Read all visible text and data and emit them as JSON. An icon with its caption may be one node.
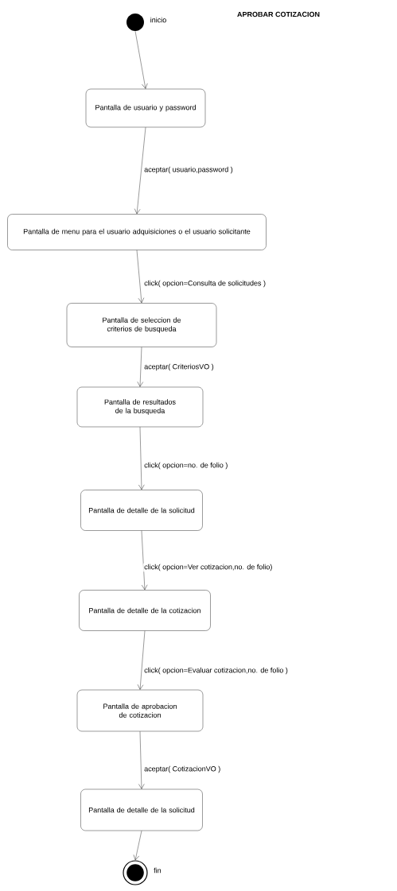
{
  "diagram": {
    "title": "APROBAR COTIZACION",
    "nodes": [
      {
        "text": [],
        "shape": "circle",
        "beside": [
          "inicio"
        ]
      },
      {
        "text": [
          "Pantalla de usuario y password"
        ]
      },
      {
        "text": [
          "Pantalla de menu para el usuario adquisiciones o el usuario solicitante"
        ]
      },
      {
        "text": [
          "Pantalla de seleccion de criterios de busqueda"
        ]
      },
      {
        "text": [
          "Pantalla de resultados de la busqueda"
        ]
      },
      {
        "text": [
          "Pantalla de detalle de la solicitud"
        ]
      },
      {
        "text": [
          "Pantalla de detalle de la cotizacion"
        ]
      },
      {
        "text": [
          "Pantalla de aprobacion de cotizacion"
        ]
      },
      {
        "text": [
          "Pantalla de detalle de la solicitud"
        ]
      },
      {
        "text": [],
        "shape": "circle",
        "beside": [
          "fin"
        ]
      }
    ],
    "edges": [
      {
        "from": 0,
        "to": 1,
        "arrow": "to"
      },
      {
        "from": 1,
        "to": 2,
        "arrow": "to",
        "label": "aceptar( usuario,password )"
      },
      {
        "from": 2,
        "to": 3,
        "arrow": "to",
        "label": "click( opcion=Consulta de solicitudes )"
      },
      {
        "from": 3,
        "to": 4,
        "arrow": "to",
        "label": "aceptar( CriteriosVO )"
      },
      {
        "from": 4,
        "to": 5,
        "arrow": "to",
        "label": "click( opcion=no. de folio )"
      },
      {
        "from": 5,
        "to": 6,
        "arrow": "to",
        "label": "click( opcion=Ver cotizacion,no. de folio)"
      },
      {
        "from": 6,
        "to": 7,
        "arrow": "to",
        "label": "click( opcion=Evaluar cotizacion,no. de folio )"
      },
      {
        "from": 7,
        "to": 8,
        "arrow": "to",
        "label": "aceptar( CotizacionVO )"
      },
      {
        "from": 8,
        "to": 9,
        "arrow": "to"
      }
    ]
  }
}
